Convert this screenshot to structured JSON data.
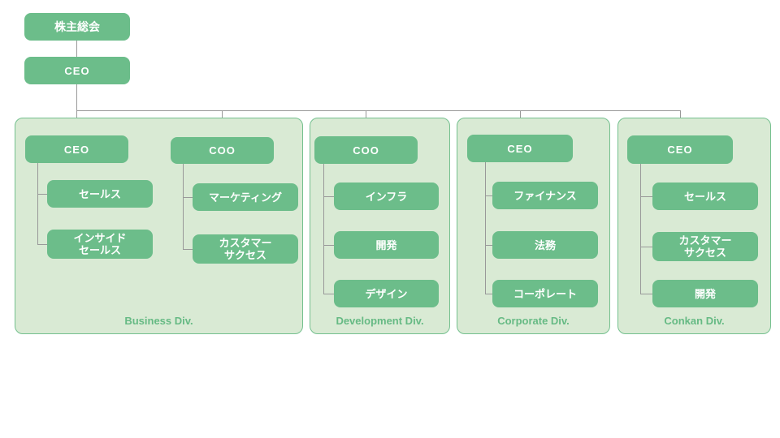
{
  "root": {
    "label": "株主総会"
  },
  "top_ceo": {
    "label": "CEO"
  },
  "divisions": [
    {
      "name": "Business Div.",
      "teams": [
        {
          "head": "CEO",
          "members": [
            "セールス",
            "インサイド\nセールス"
          ]
        },
        {
          "head": "COO",
          "members": [
            "マーケティング",
            "カスタマー\nサクセス"
          ]
        }
      ]
    },
    {
      "name": "Development Div.",
      "teams": [
        {
          "head": "COO",
          "members": [
            "インフラ",
            "開発",
            "デザイン"
          ]
        }
      ]
    },
    {
      "name": "Corporate Div.",
      "teams": [
        {
          "head": "CEO",
          "members": [
            "ファイナンス",
            "法務",
            "コーポレート"
          ]
        }
      ]
    },
    {
      "name": "Conkan Div.",
      "teams": [
        {
          "head": "CEO",
          "members": [
            "セールス",
            "カスタマー\nサクセス",
            "開発"
          ]
        }
      ]
    }
  ],
  "colors": {
    "node_fill": "#6cbd8a",
    "node_text": "#ffffff",
    "group_fill": "#d9ead4",
    "group_border": "#74c08e",
    "division_label": "#66ba84",
    "connector": "#999999"
  }
}
